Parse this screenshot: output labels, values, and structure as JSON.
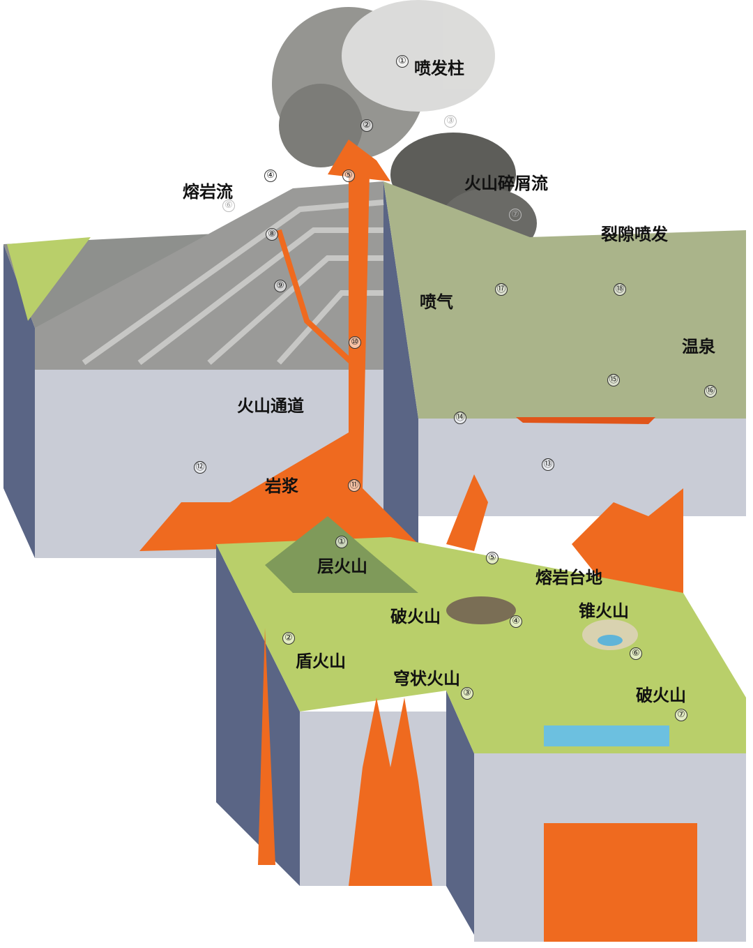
{
  "upper": {
    "labels": {
      "eruption_column": "喷发柱",
      "lava_flow": "熔岩流",
      "pyroclastic_flow": "火山碎屑流",
      "fissure_eruption": "裂隙喷发",
      "fumarole": "喷气",
      "hot_spring": "温泉",
      "volcanic_conduit": "火山通道",
      "magma": "岩浆"
    },
    "markers": [
      "①",
      "②",
      "③",
      "④",
      "⑤",
      "⑥",
      "⑦",
      "⑧",
      "⑨",
      "⑩",
      "⑪",
      "⑫",
      "⑬",
      "⑭",
      "⑮",
      "⑯",
      "⑰",
      "⑱"
    ]
  },
  "lower": {
    "labels": {
      "stratovolcano": "层火山",
      "lava_plateau": "熔岩台地",
      "caldera_1": "破火山",
      "cinder_cone": "锥火山",
      "shield_volcano": "盾火山",
      "lava_dome": "穹状火山",
      "caldera_2": "破火山"
    },
    "markers": [
      "①",
      "②",
      "③",
      "④",
      "⑤",
      "⑥",
      "⑦"
    ]
  },
  "colors": {
    "magma": "#ef6a1f",
    "rock": "#c9ccd6",
    "side": "#5a6585",
    "land": "#b9cf6a",
    "ash": "#6c6c6c"
  }
}
